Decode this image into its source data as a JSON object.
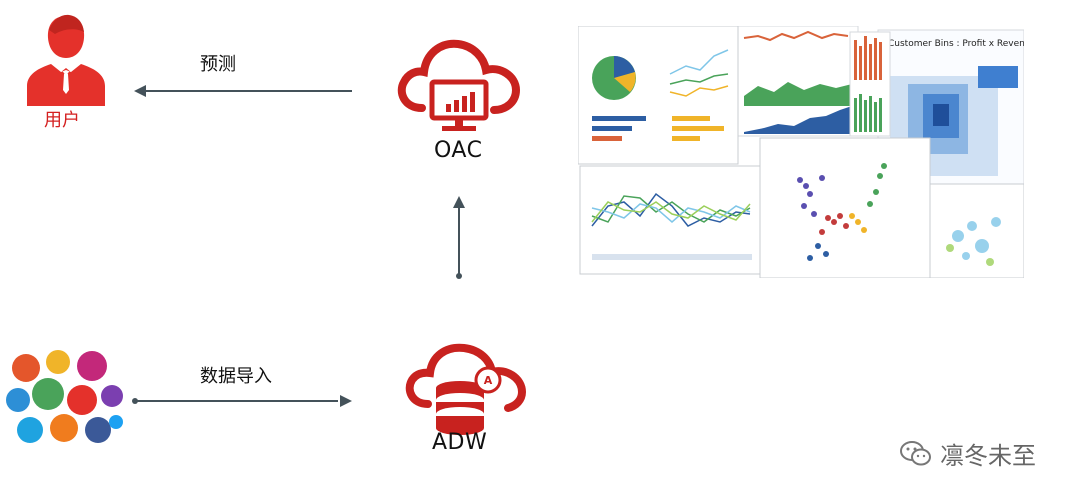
{
  "colors": {
    "brand_red": "#c8221f",
    "arrow": "#44525a",
    "user_red": "#e4312b"
  },
  "user": {
    "label": "用户",
    "icon": "user-icon"
  },
  "oac": {
    "label": "OAC",
    "icon": "cloud-analytics-icon"
  },
  "adw": {
    "label": "ADW",
    "icon": "cloud-database-icon"
  },
  "sources": {
    "icon": "social-media-collage-icon"
  },
  "edges": {
    "predict_label": "预测",
    "import_label": "数据导入"
  },
  "dashboards": {
    "title": "Customer Bins : Profit x Revenue"
  },
  "watermark": {
    "text": "凛冬未至",
    "icon": "wechat-icon"
  }
}
